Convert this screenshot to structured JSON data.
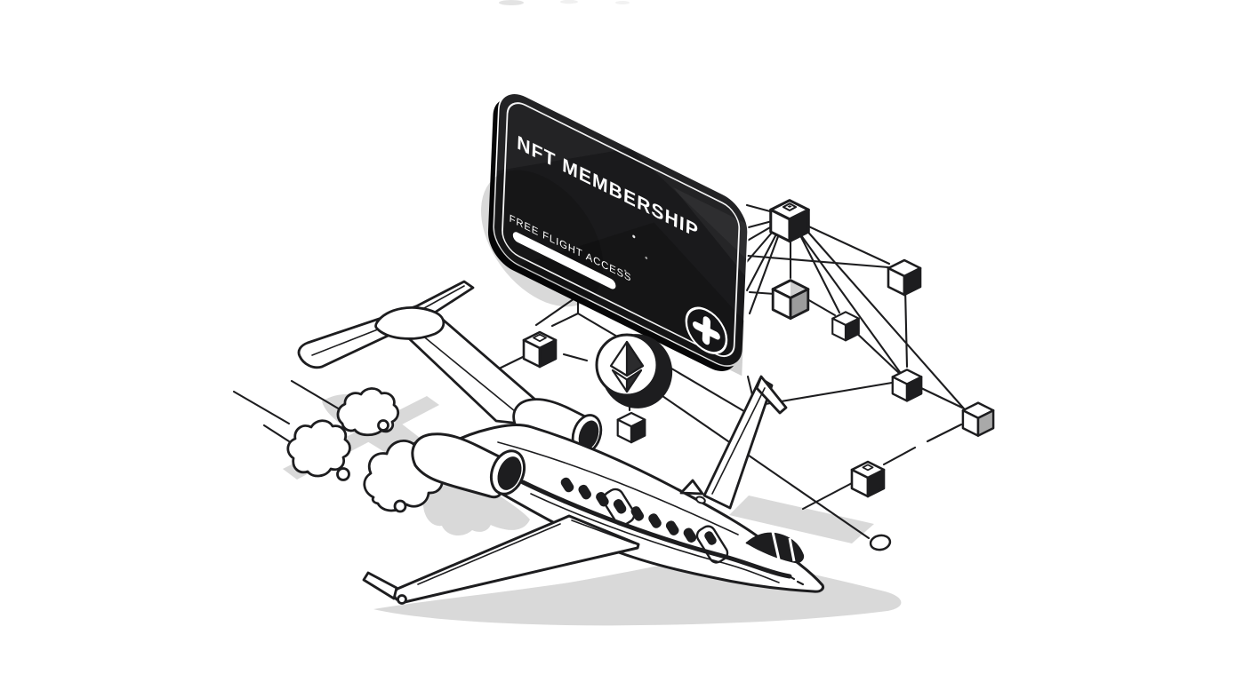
{
  "scene": {
    "name": "nft-private-jet-illustration",
    "background": "#ffffff"
  },
  "card": {
    "title": "NFT MEMBERSHIP",
    "subtitle": "FREE FLIGHT ACCESS",
    "badge_icon": "plus-icon",
    "has_underline_bar": true
  },
  "coin": {
    "icon": "ethereum-icon"
  },
  "network": {
    "node_icon": "cube-icon",
    "hub_glyph": "block-glyph",
    "node_count": 9
  },
  "colors": {
    "ink": "#1d1d1f",
    "card_black": "#1a1a1c",
    "text_white": "#ffffff",
    "shadow_gray": "#d9d9d9",
    "background": "#ffffff"
  }
}
